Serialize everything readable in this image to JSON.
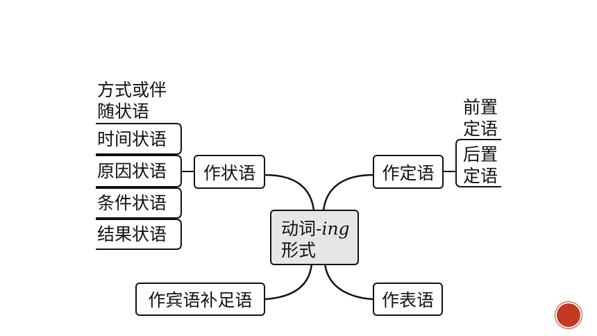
{
  "center": {
    "label_prefix": "动词-",
    "label_italic": "ing",
    "label_suffix": "形式"
  },
  "adverbial": {
    "label": "作状语",
    "items": [
      {
        "line1": "方式或伴",
        "line2": "随状语"
      },
      {
        "line1": "时间状语"
      },
      {
        "line1": "原因状语"
      },
      {
        "line1": "条件状语"
      },
      {
        "line1": "结果状语"
      }
    ]
  },
  "attributive": {
    "label": "作定语",
    "items": [
      {
        "line1": "前置",
        "line2": "定语"
      },
      {
        "line1": "后置",
        "line2": "定语"
      }
    ]
  },
  "object_complement": {
    "label": "作宾语补足语"
  },
  "predicative": {
    "label": "作表语"
  },
  "colors": {
    "accent": "#c23a22",
    "center_fill": "#e6e6e6",
    "stroke": "#111111"
  }
}
